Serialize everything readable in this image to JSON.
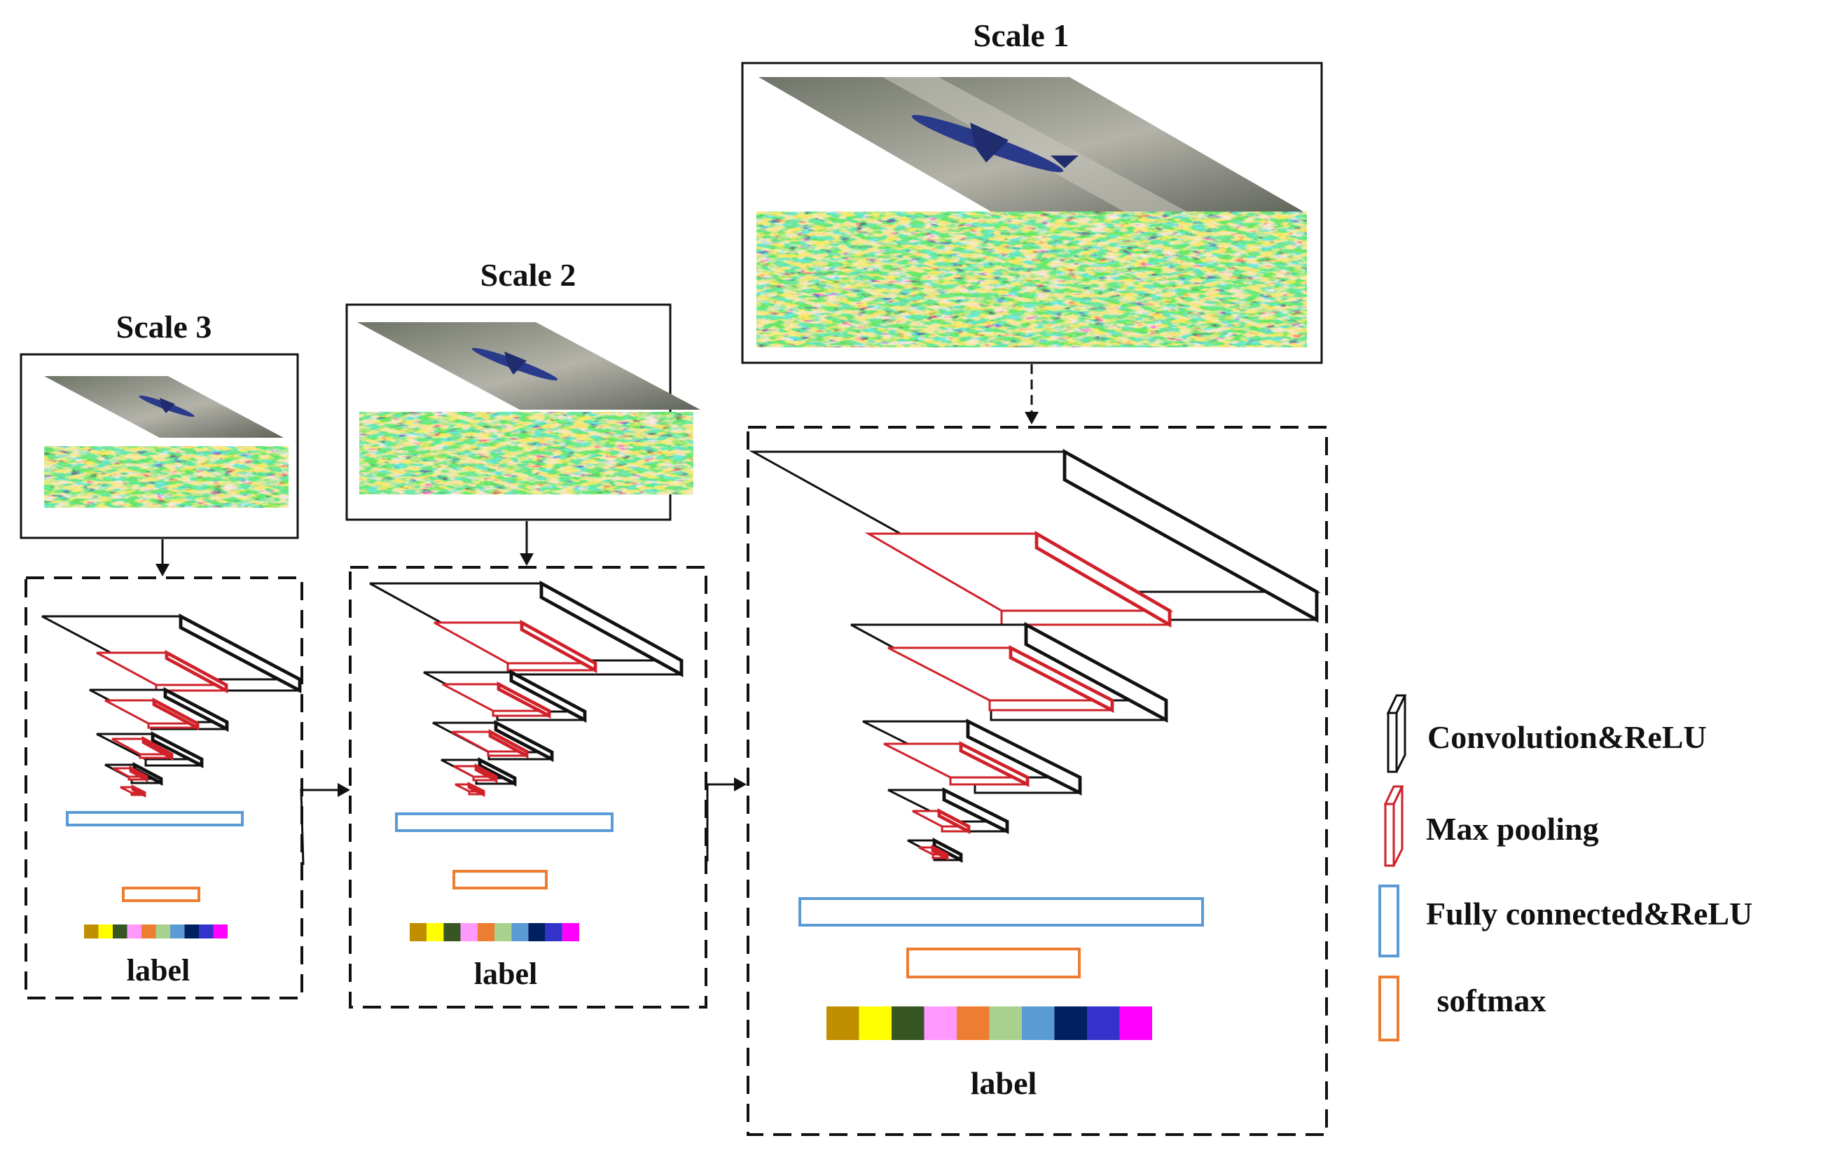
{
  "diagram": {
    "scales": [
      {
        "id": "scale-1",
        "title": "Scale 1",
        "label_text": "label"
      },
      {
        "id": "scale-2",
        "title": "Scale 2",
        "label_text": "label"
      },
      {
        "id": "scale-3",
        "title": "Scale 3",
        "label_text": "label"
      }
    ],
    "legend": [
      {
        "id": "conv",
        "text": "Convolution&ReLU",
        "color": "#111111"
      },
      {
        "id": "pool",
        "text": "Max pooling",
        "color": "#d0212a"
      },
      {
        "id": "fc",
        "text": "Fully connected&ReLU",
        "color": "#5b9bd5"
      },
      {
        "id": "softmax",
        "text": " softmax",
        "color": "#ed7d31"
      }
    ],
    "label_colors": [
      "#bf8f00",
      "#ffff00",
      "#375623",
      "#ff99ff",
      "#ed7d31",
      "#a9d18e",
      "#5b9bd5",
      "#002060",
      "#3333cc",
      "#ff00ff"
    ],
    "colors": {
      "conv": "#111111",
      "pool": "#d0212a",
      "fc": "#5b9bd5",
      "softmax": "#ed7d31",
      "border": "#111111"
    }
  }
}
